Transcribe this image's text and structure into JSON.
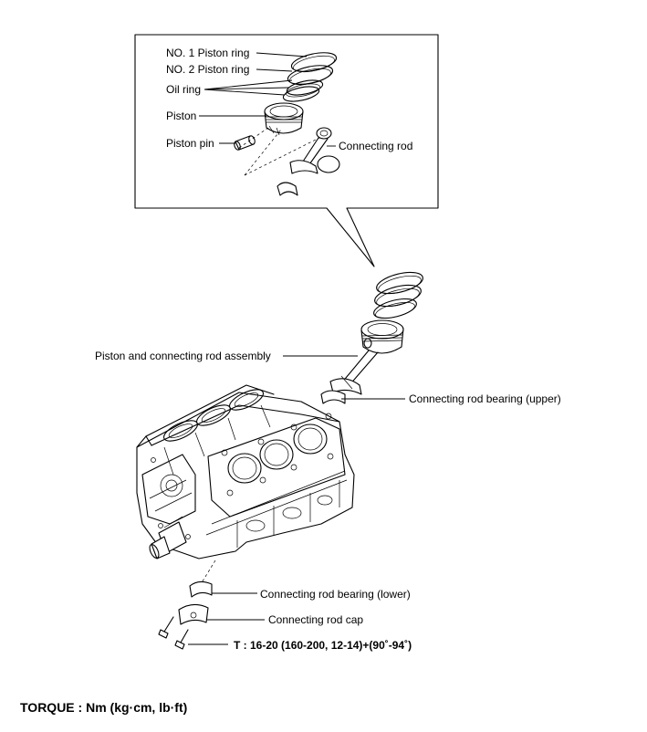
{
  "callout": {
    "no1_piston_ring": "NO. 1 Piston ring",
    "no2_piston_ring": "NO. 2 Piston ring",
    "oil_ring": "Oil ring",
    "piston": "Piston",
    "piston_pin": "Piston pin",
    "connecting_rod": "Connecting rod"
  },
  "main": {
    "piston_rod_assembly": "Piston and connecting rod assembly",
    "rod_bearing_upper": "Connecting rod bearing (upper)",
    "rod_bearing_lower": "Connecting rod bearing (lower)",
    "rod_cap": "Connecting rod cap",
    "torque_spec": "T : 16-20 (160-200, 12-14)+(90˚-94˚)"
  },
  "footer": {
    "torque_units": "TORQUE : Nm (kg·cm, lb·ft)"
  }
}
